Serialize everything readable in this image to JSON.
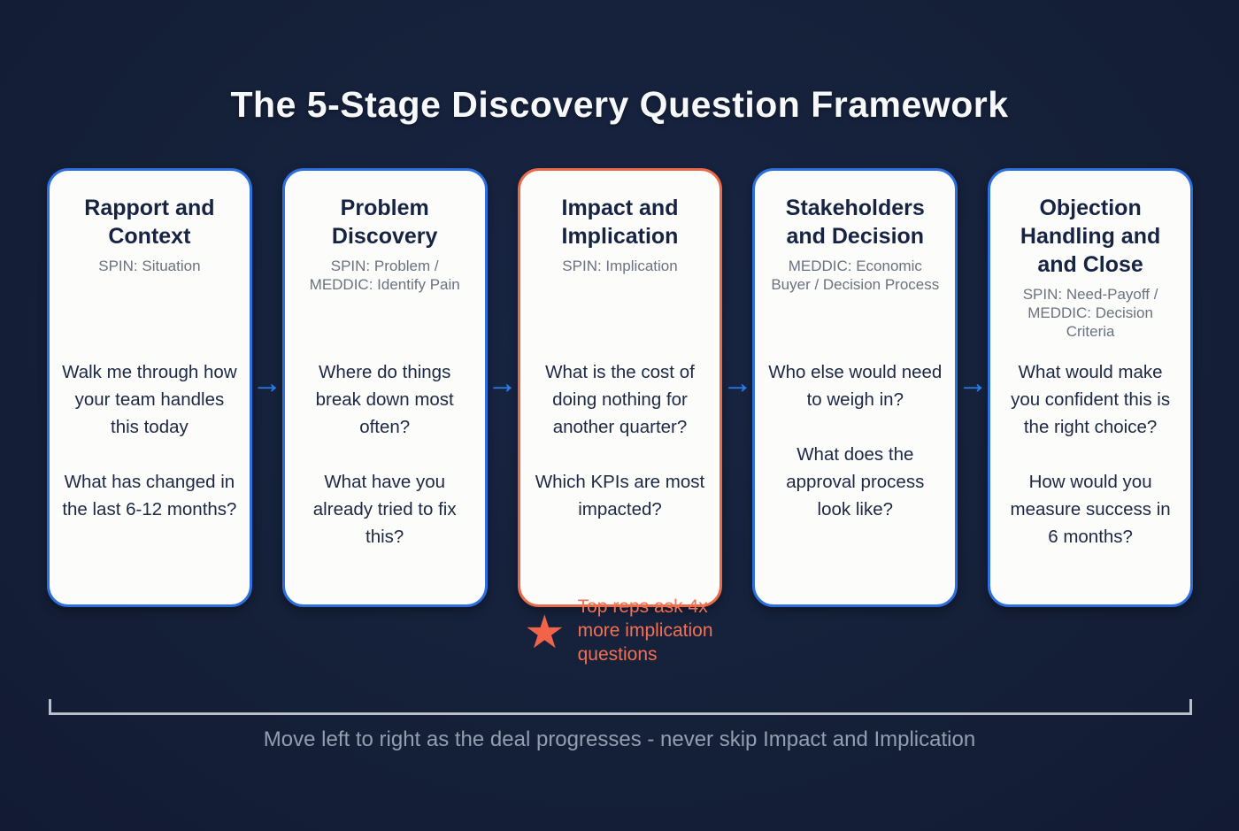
{
  "title": "The 5-Stage Discovery Question Framework",
  "stages": [
    {
      "heading": "Rapport and Context",
      "framework": "SPIN: Situation",
      "questions": [
        "Walk me through how your team handles this today",
        "What has changed in the last 6-12 months?"
      ],
      "highlighted": false
    },
    {
      "heading": "Problem Discovery",
      "framework": "SPIN: Problem / MEDDIC: Identify Pain",
      "questions": [
        "Where do things break down most often?",
        "What have you already tried to fix this?"
      ],
      "highlighted": false
    },
    {
      "heading": "Impact and Implication",
      "framework": "SPIN: Implication",
      "questions": [
        "What is the cost of doing nothing for another quarter?",
        "Which KPIs are most impacted?"
      ],
      "highlighted": true
    },
    {
      "heading": "Stakeholders and Decision",
      "framework": "MEDDIC: Economic Buyer / Decision Process",
      "questions": [
        "Who else would need to weigh in?",
        "What does the approval process look like?"
      ],
      "highlighted": false
    },
    {
      "heading": "Objection Handling and and Close",
      "framework": "SPIN: Need-Payoff / MEDDIC: Decision Criteria",
      "questions": [
        "What would make you confident this is the right choice?",
        "How would you measure success in 6 months?"
      ],
      "highlighted": false
    }
  ],
  "annotation": {
    "icon": "star-icon",
    "glyph": "★",
    "text": "Top reps ask 4x more implication questions"
  },
  "arrow_glyph": "→",
  "footer": {
    "caption": "Move left to right as the deal progresses - never skip Impact and Implication"
  },
  "colors": {
    "background": "#152039",
    "card_background": "#fcfcfa",
    "card_border_blue": "#2e6fe0",
    "card_border_orange": "#e96a4b",
    "heading_text": "#172342",
    "framework_text": "#6b7280",
    "question_text": "#1c2844",
    "arrow_blue": "#2b7de9",
    "annotation_orange": "#f27053",
    "bracket_gray": "#b9c0cb",
    "caption_gray": "#939eb0",
    "title_white": "#f7f8fa"
  }
}
